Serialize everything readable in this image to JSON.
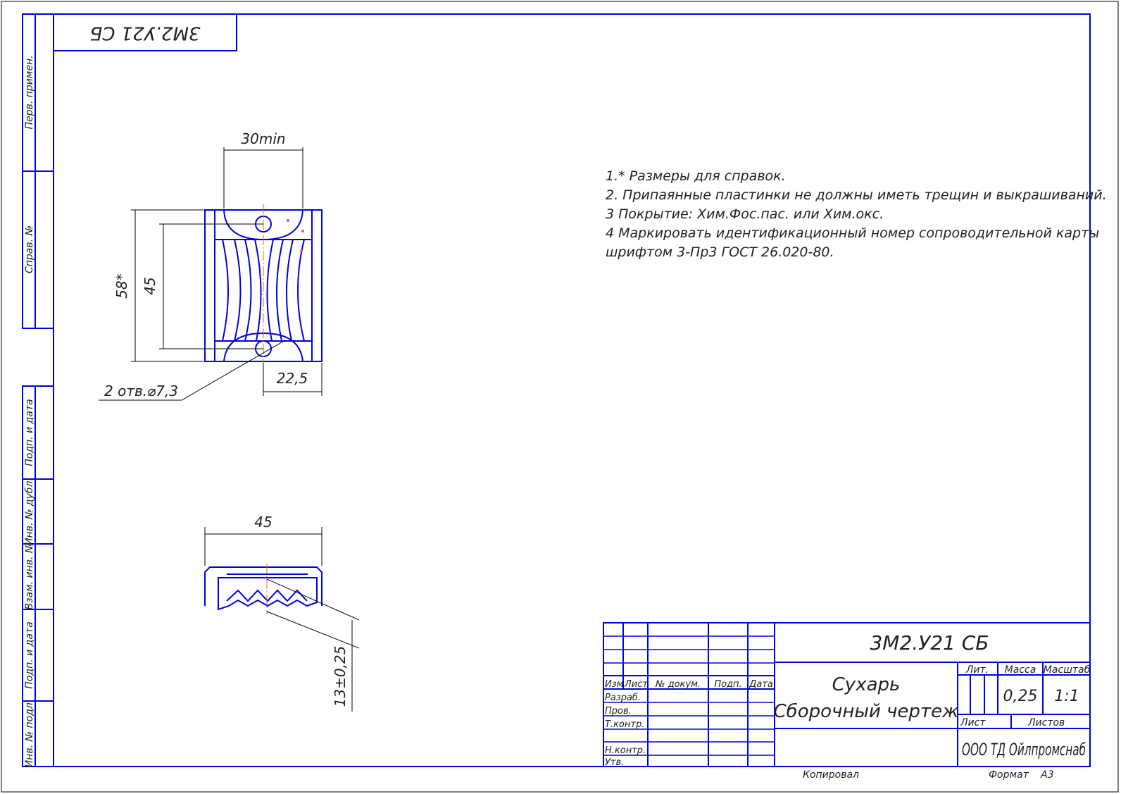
{
  "designation": "3М2.У21 СБ",
  "stamp_code_rotated": "3М2.У21 СБ",
  "side_strip": {
    "perv_primen": "Перв. примен.",
    "sprav_no": "Справ. №",
    "podp_data_1": "Подп. и дата",
    "inv_dubl": "Инв. № дубл.",
    "vzam_inv": "Взам. инв. №",
    "podp_data_2": "Подп. и дата",
    "inv_podl": "Инв. № подл."
  },
  "notes": [
    "1.* Размеры для справок.",
    "2. Припаянные пластинки не должны иметь трещин и выкрашиваний.",
    "3 Покрытие: Хим.Фос.пас. или Хим.окс.",
    "4 Маркировать идентификационный номер сопроводительной карты",
    "шрифтом 3-Пр3 ГОСТ 26.020-80."
  ],
  "dimensions": {
    "top_width": "30min",
    "overall_height": "58*",
    "hole_spacing": "45",
    "hole_callout": "2 отв.⌀7,3",
    "half_width": "22,5",
    "side_width": "45",
    "thickness": "13±0,25"
  },
  "title_block": {
    "headers": {
      "izm": "Изм",
      "list": "Лист",
      "doc_no": "№ докум.",
      "podp": "Подп.",
      "data": "Дата"
    },
    "roles": [
      "Разраб.",
      "Пров.",
      "Т.контр.",
      "",
      "Н.контр.",
      "Утв."
    ],
    "name_line1": "Сухарь",
    "name_line2": "Сборочный чертеж",
    "lit_label": "Лит.",
    "mass_label": "Масса",
    "scale_label": "Масштаб",
    "mass_value": "0,25",
    "scale_value": "1:1",
    "sheet_label": "Лист",
    "sheets_label": "Листов",
    "company": "ООО ТД Ойлпромснаб",
    "copied": "Копировал",
    "format_label": "Формат",
    "format_value": "А3"
  },
  "colors": {
    "line": "#0000dd",
    "axis": "#e07000",
    "text": "#222222"
  }
}
